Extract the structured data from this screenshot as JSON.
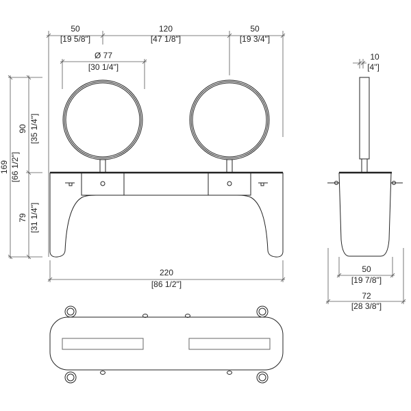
{
  "front": {
    "dim_left": {
      "cm": "50",
      "in": "[19 5/8\"]"
    },
    "dim_center": {
      "cm": "120",
      "in": "[47 1/8\"]"
    },
    "dim_right": {
      "cm": "50",
      "in": "[19 3/4\"]"
    },
    "dim_mirror": {
      "cm": "Ø 77",
      "in": "[30 1/4\"]"
    },
    "dim_width": {
      "cm": "220",
      "in": "[86 1/2\"]"
    },
    "dim_total_height": {
      "cm": "169",
      "in": "[66 1/2\"]"
    },
    "dim_mirror_height": {
      "cm": "90",
      "in": "[35 1/4\"]"
    },
    "dim_base_height": {
      "cm": "79",
      "in": "[31 1/4\"]"
    }
  },
  "side": {
    "dim_post": {
      "cm": "10",
      "in": "[4\"]"
    },
    "dim_bottom": {
      "cm": "50",
      "in": "[19 7/8\"]"
    },
    "dim_depth": {
      "cm": "72",
      "in": "[28 3/8\"]"
    }
  }
}
